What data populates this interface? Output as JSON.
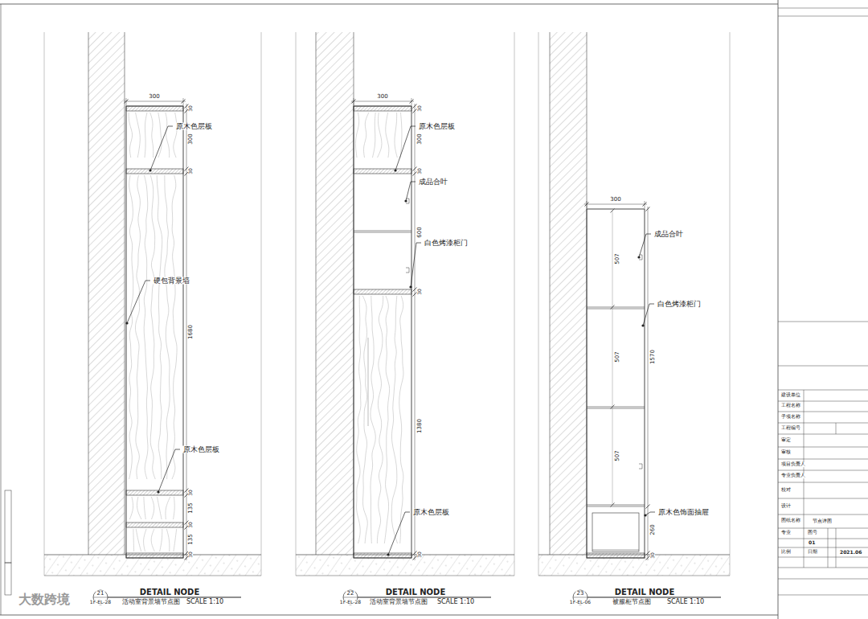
{
  "diagram": {
    "labels": [
      "300",
      "30",
      "300",
      "30",
      "1680",
      "30",
      "135",
      "30",
      "135",
      "30",
      "原木色层板",
      "硬包背景墙",
      "原木色层板",
      "21",
      "DETAIL NODE",
      "1F-EL-28",
      "活动室背景墙节点图",
      "SCALE 1:10",
      "300",
      "30",
      "300",
      "30",
      "600",
      "30",
      "1380",
      "30",
      "原木色层板",
      "成品合叶",
      "白色烤漆柜门",
      "原木色层板",
      "22",
      "DETAIL NODE",
      "1F-EL-28",
      "活动室背景墙节点图",
      "SCALE 1:10",
      "300",
      "507",
      "507",
      "507",
      "1570",
      "260",
      "30",
      "成品合叶",
      "白色烤漆柜门",
      "原木色饰面抽屉",
      "23",
      "DETAIL NODE",
      "1F-EL-06",
      "被服柜节点图",
      "SCALE 1:10",
      "建设单位",
      "工程名称",
      "子项名称",
      "工程编号",
      "审定",
      "审核",
      "项目负责人",
      "专业负责人",
      "校对",
      "设计",
      "图纸名称",
      "节点详图",
      "专业",
      "图号",
      "01",
      "比例",
      "日期",
      "2021.06",
      "大数跨境"
    ]
  }
}
